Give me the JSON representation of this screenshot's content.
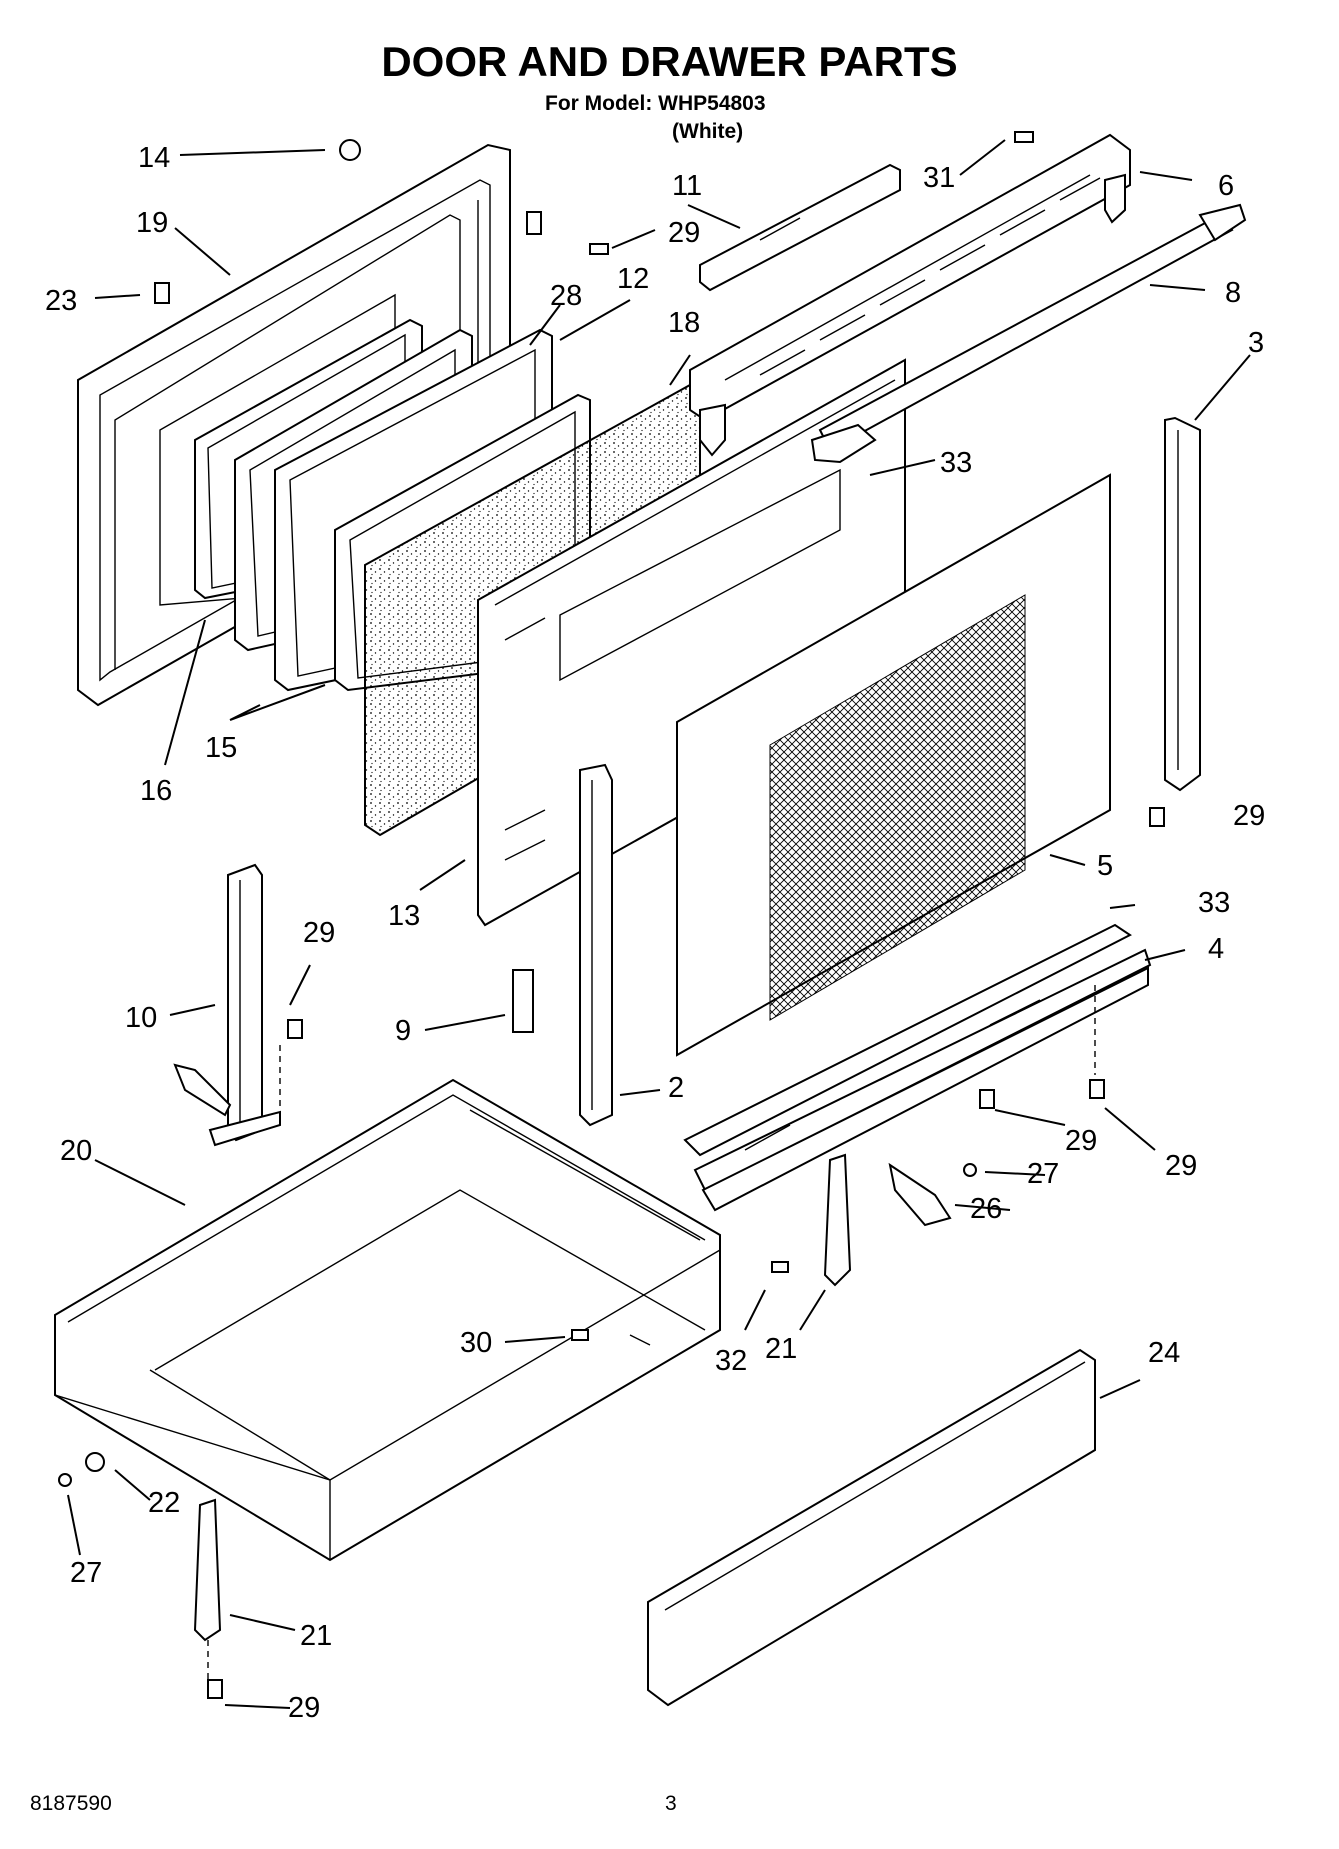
{
  "header": {
    "title": "DOOR AND DRAWER PARTS",
    "model_line": "For Model: WHP54803",
    "color_line": "(White)"
  },
  "footer": {
    "document_number": "8187590",
    "page_number": "3"
  },
  "callouts": [
    "14",
    "19",
    "23",
    "11",
    "29",
    "31",
    "6",
    "8",
    "28",
    "12",
    "18",
    "3",
    "33",
    "15",
    "16",
    "5",
    "13",
    "29",
    "10",
    "9",
    "2",
    "33",
    "4",
    "20",
    "29",
    "29",
    "27",
    "26",
    "30",
    "32",
    "21",
    "24",
    "22",
    "27",
    "21",
    "29",
    "29"
  ]
}
